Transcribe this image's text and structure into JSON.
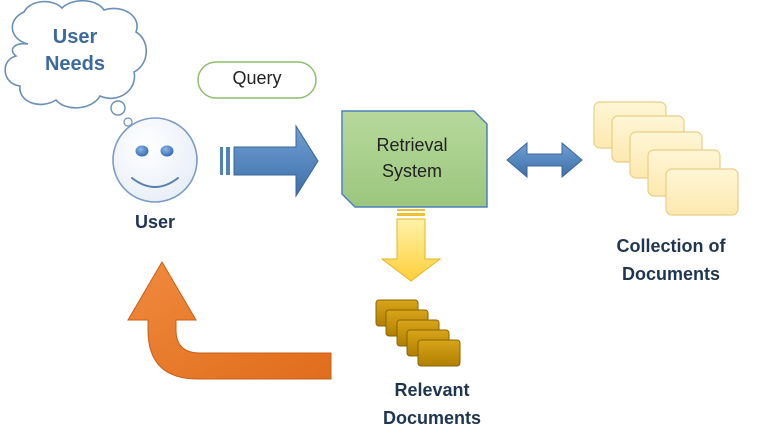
{
  "diagram": {
    "thought_bubble": {
      "line1": "User",
      "line2": "Needs"
    },
    "query_label": "Query",
    "user_label": "User",
    "retrieval_system": {
      "line1": "Retrieval",
      "line2": "System"
    },
    "collection": {
      "line1": "Collection of",
      "line2": "Documents"
    },
    "relevant": {
      "line1": "Relevant",
      "line2": "Documents"
    }
  },
  "colors": {
    "blue_arrow": "#4f81bd",
    "retrieval_box": "#a9d18e",
    "down_arrow": "#ffd54f",
    "orange_arrow": "#ed7d31",
    "relevant_docs": "#c09000",
    "collection_docs": "#fff2cc"
  }
}
